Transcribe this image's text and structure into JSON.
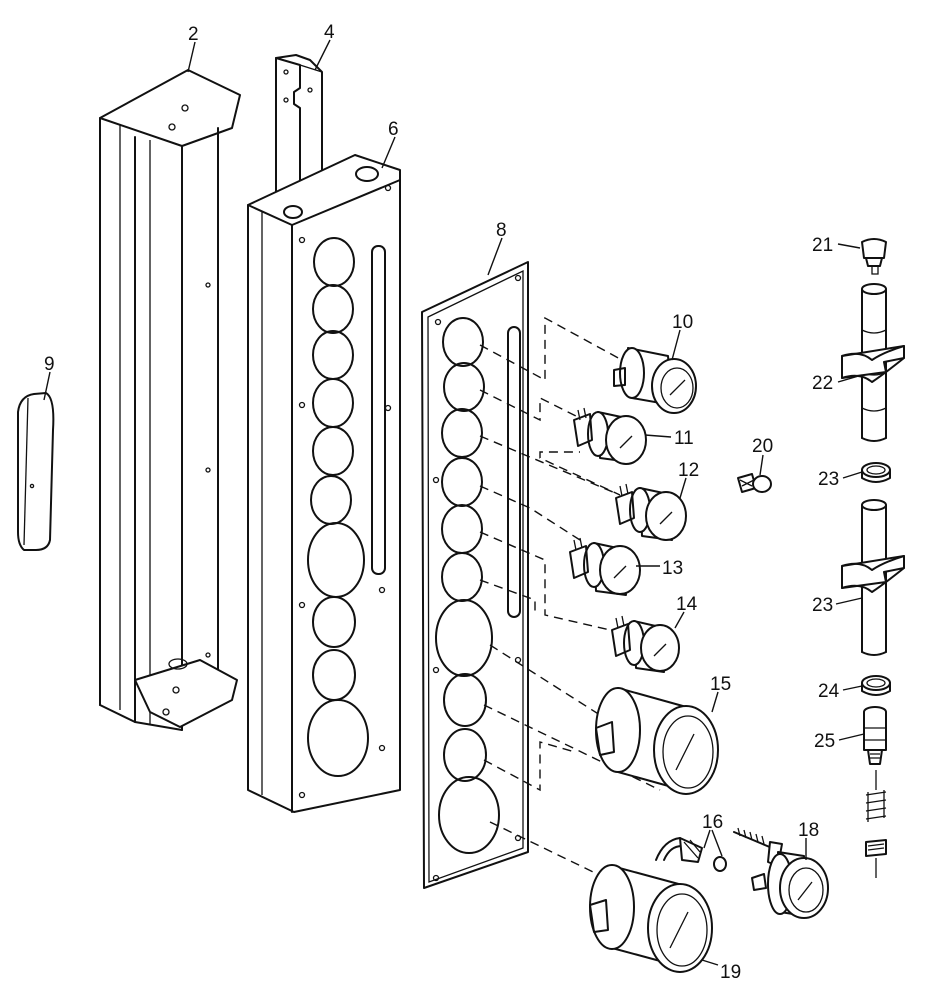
{
  "callouts": [
    {
      "id": "2",
      "text": "2"
    },
    {
      "id": "4",
      "text": "4"
    },
    {
      "id": "6",
      "text": "6"
    },
    {
      "id": "8",
      "text": "8"
    },
    {
      "id": "9",
      "text": "9"
    },
    {
      "id": "10",
      "text": "10"
    },
    {
      "id": "11",
      "text": "11"
    },
    {
      "id": "12",
      "text": "12"
    },
    {
      "id": "13",
      "text": "13"
    },
    {
      "id": "14",
      "text": "14"
    },
    {
      "id": "15",
      "text": "15"
    },
    {
      "id": "16",
      "text": "16"
    },
    {
      "id": "18",
      "text": "18"
    },
    {
      "id": "19",
      "text": "19"
    },
    {
      "id": "20",
      "text": "20"
    },
    {
      "id": "21",
      "text": "21"
    },
    {
      "id": "22",
      "text": "22"
    },
    {
      "id": "23a",
      "text": "23"
    },
    {
      "id": "23b",
      "text": "23"
    },
    {
      "id": "24",
      "text": "24"
    },
    {
      "id": "25",
      "text": "25"
    }
  ]
}
